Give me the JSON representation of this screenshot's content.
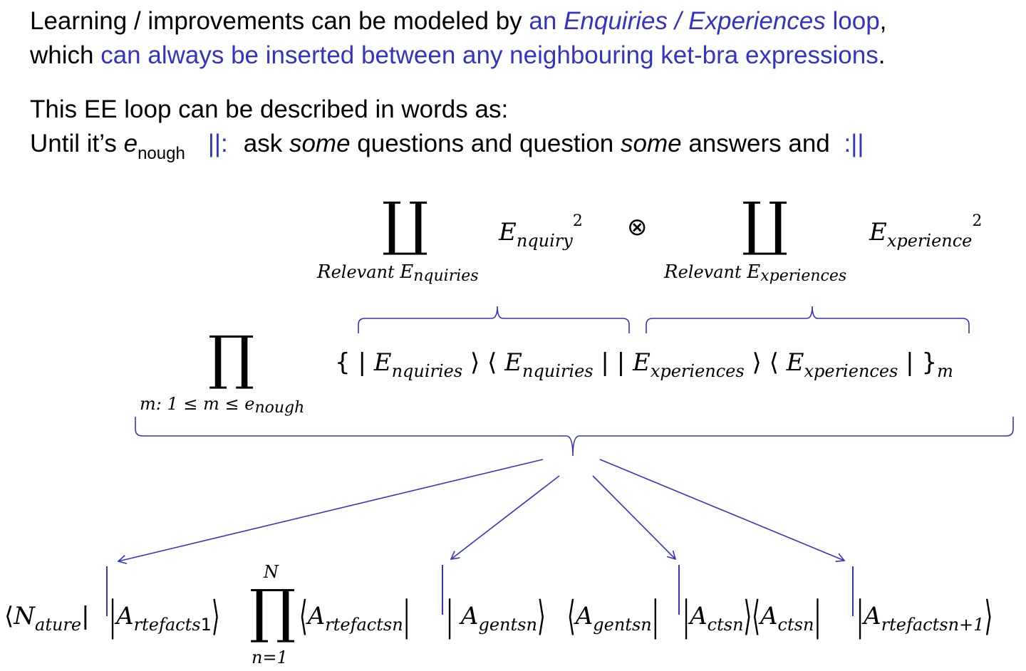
{
  "text": {
    "l1_a": "Learning / improvements can be modeled by ",
    "l1_b": "an ",
    "l1_c": "Enquiries / Experiences",
    "l1_d": " loop",
    "l1_e": ",",
    "l2_a": "which ",
    "l2_b": "can always be inserted between any neighbouring ket-bra expressions",
    "l2_c": ".",
    "l3": "This EE loop can be described in words as:",
    "l4_a": "Until it’s ",
    "l4_e": "e",
    "l4_sub": "nough",
    "l4_open": "||:",
    "l4_b": "ask ",
    "l4_some1": "some",
    "l4_c": " questions and question ",
    "l4_some2": "some",
    "l4_d": " answers and ",
    "l4_close": ":||"
  },
  "top": {
    "coprod": "∐",
    "enq_main": "E",
    "enq_sub": "nquiry",
    "sq": "2",
    "otimes": "⊗",
    "exp_main": "E",
    "exp_sub": "xperience",
    "rel_enq": {
      "r": "R",
      "r_sub": "elevant ",
      "e": "E",
      "e_sub": "nquiries"
    },
    "rel_exp": {
      "r": "R",
      "r_sub": "elevant ",
      "e": "E",
      "e_sub": "xperiences"
    }
  },
  "middle": {
    "prod": "∏",
    "index_label": "m: 1 ≤ m ≤ e",
    "index_sub": "nough",
    "lbrace": "{",
    "rbrace": "}",
    "bar": "|",
    "lang": "⟨",
    "rang": "⟩",
    "E": "E",
    "enq_sub": "nquiries",
    "exp_sub": "xperiences",
    "m_sub": "m"
  },
  "bottom": {
    "lang": "⟨",
    "rang": "⟩",
    "bar": "|",
    "prod": "∏",
    "prod_upper": "N",
    "prod_lower": "n=1",
    "nature": {
      "main": "N",
      "sub": "ature"
    },
    "artefacts": {
      "main": "A",
      "sub": "rtefacts"
    },
    "agents": {
      "main": "A",
      "sub": "gents"
    },
    "acts": {
      "main": "A",
      "sub": "cts"
    },
    "idx_1": "1",
    "idx_n": "n",
    "idx_n1": "n+1"
  },
  "colors": {
    "accent": "#3434c4",
    "text": "#000000"
  }
}
